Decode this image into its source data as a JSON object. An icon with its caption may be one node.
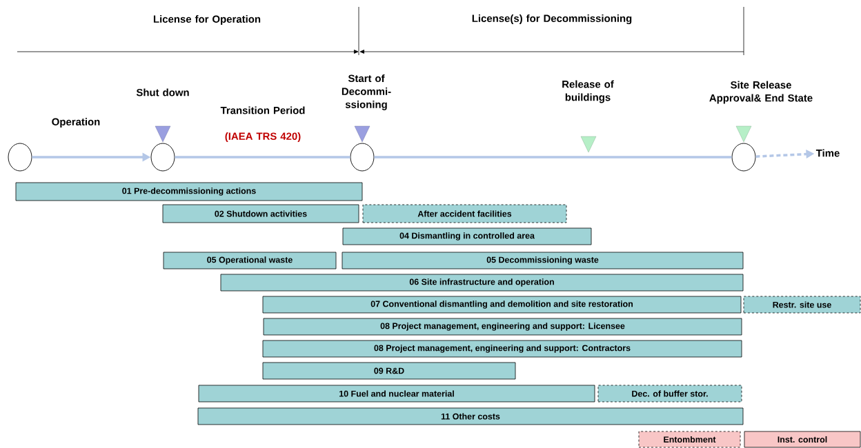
{
  "diagram": {
    "nodes": [
      {
        "text": [],
        "shape": "circle"
      },
      {
        "text": [],
        "shape": "circle"
      },
      {
        "text": [],
        "shape": "circle"
      },
      {
        "text": [],
        "shape": "circle"
      },
      {
        "text": [
          "Time"
        ]
      },
      {
        "text": [
          "01 Pre-decommissioning actions"
        ]
      },
      {
        "text": [
          "02 Shutdown activities"
        ]
      },
      {
        "text": [
          "After accident facilities"
        ]
      },
      {
        "text": [
          "04 Dismantling in controlled area"
        ]
      },
      {
        "text": [
          "05 Operational waste"
        ]
      },
      {
        "text": [
          "05 Decommissioning waste"
        ]
      },
      {
        "text": [
          "06 Site infrastructure and operation"
        ]
      },
      {
        "text": [
          "07 Conventional dismantling and demolition and site restoration"
        ]
      },
      {
        "text": [
          "Restr. site use"
        ]
      },
      {
        "text": [
          "08 Project management, engineering and support: Licensee"
        ]
      },
      {
        "text": [
          "08 Project management, engineering and support: Contractors"
        ]
      },
      {
        "text": [
          "09 R&D"
        ]
      },
      {
        "text": [
          "10 Fuel and nuclear material"
        ]
      },
      {
        "text": [
          "Dec. of buffer stor."
        ]
      },
      {
        "text": [
          "11 Other costs"
        ]
      },
      {
        "text": [
          "Entombment"
        ]
      },
      {
        "text": [
          "Inst. control"
        ]
      }
    ],
    "edges": [
      {
        "from": 0,
        "to": 1,
        "arrow": "to"
      },
      {
        "from": 1,
        "to": 2,
        "arrow": "none"
      },
      {
        "from": 2,
        "to": 3,
        "arrow": "none"
      },
      {
        "from": 3,
        "to": 4,
        "arrow": "to",
        "style": "dashed"
      }
    ],
    "labels": [
      "License for Operation",
      "License(s) for Decommissioning",
      "Operation",
      "Shut down",
      "Transition Period",
      "(IAEA TRS 420)",
      "Start of Decommi- ssioning",
      "Release of buildings",
      "Site Release Approval& End State"
    ]
  }
}
